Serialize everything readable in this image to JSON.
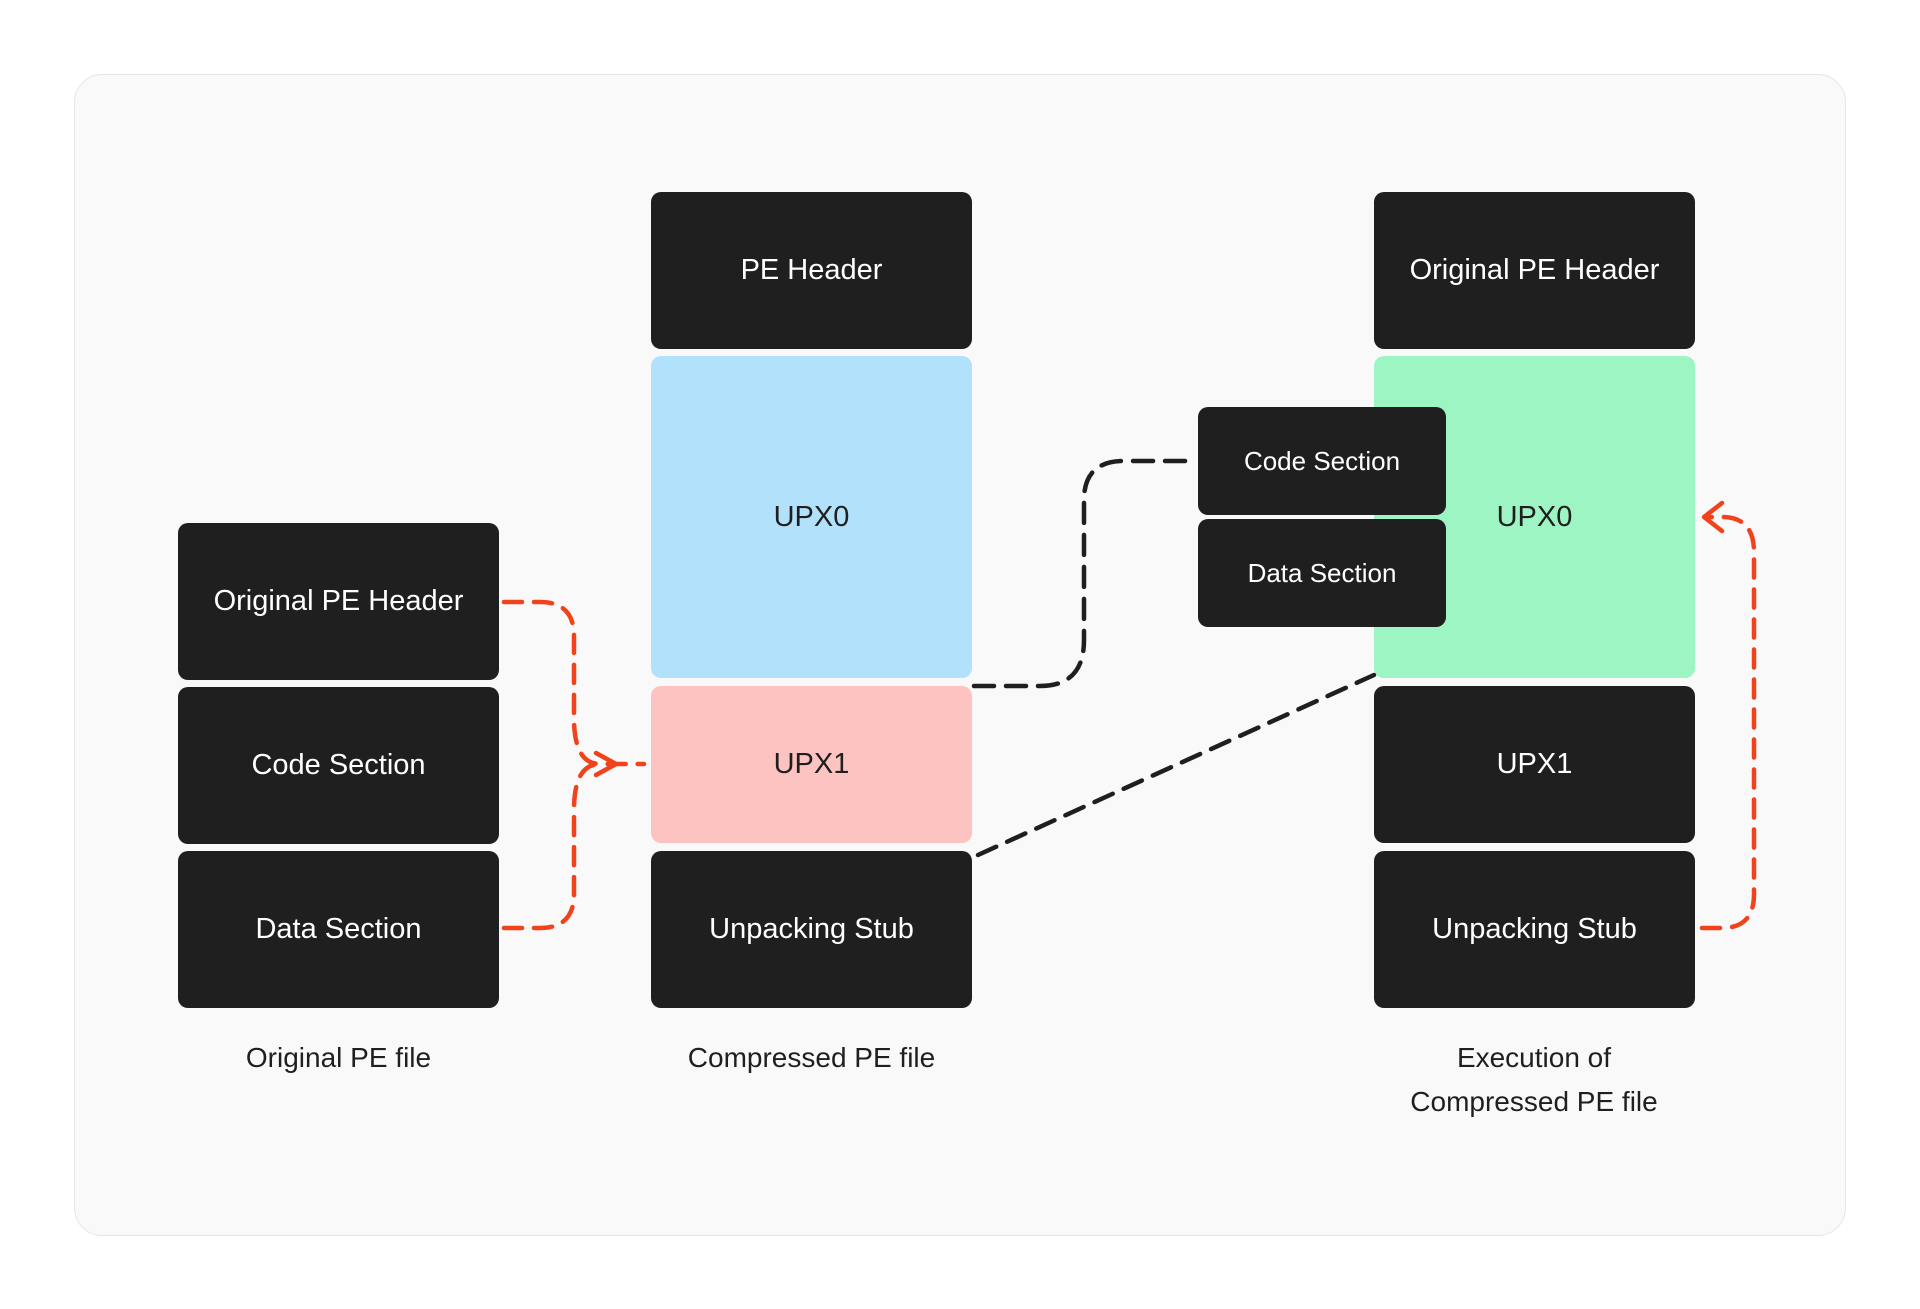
{
  "colors": {
    "block_dark": "#1f1f1f",
    "upx0_compressed": "#b2e2fb",
    "upx1_compressed": "#fdc3c1",
    "upx0_executing": "#9ef5c4",
    "arrow_red": "#f2421b",
    "dashed_black": "#1f1f1f"
  },
  "original": {
    "header": "Original PE Header",
    "code": "Code Section",
    "data": "Data Section",
    "caption": "Original PE file"
  },
  "compressed": {
    "header": "PE Header",
    "upx0": "UPX0",
    "upx1": "UPX1",
    "stub": "Unpacking Stub",
    "caption": "Compressed PE file"
  },
  "execution": {
    "header": "Original PE Header",
    "upx0": "UPX0",
    "code": "Code Section",
    "data": "Data Section",
    "upx1": "UPX1",
    "stub": "Unpacking Stub",
    "caption_line1": "Execution of",
    "caption_line2": "Compressed PE file"
  }
}
